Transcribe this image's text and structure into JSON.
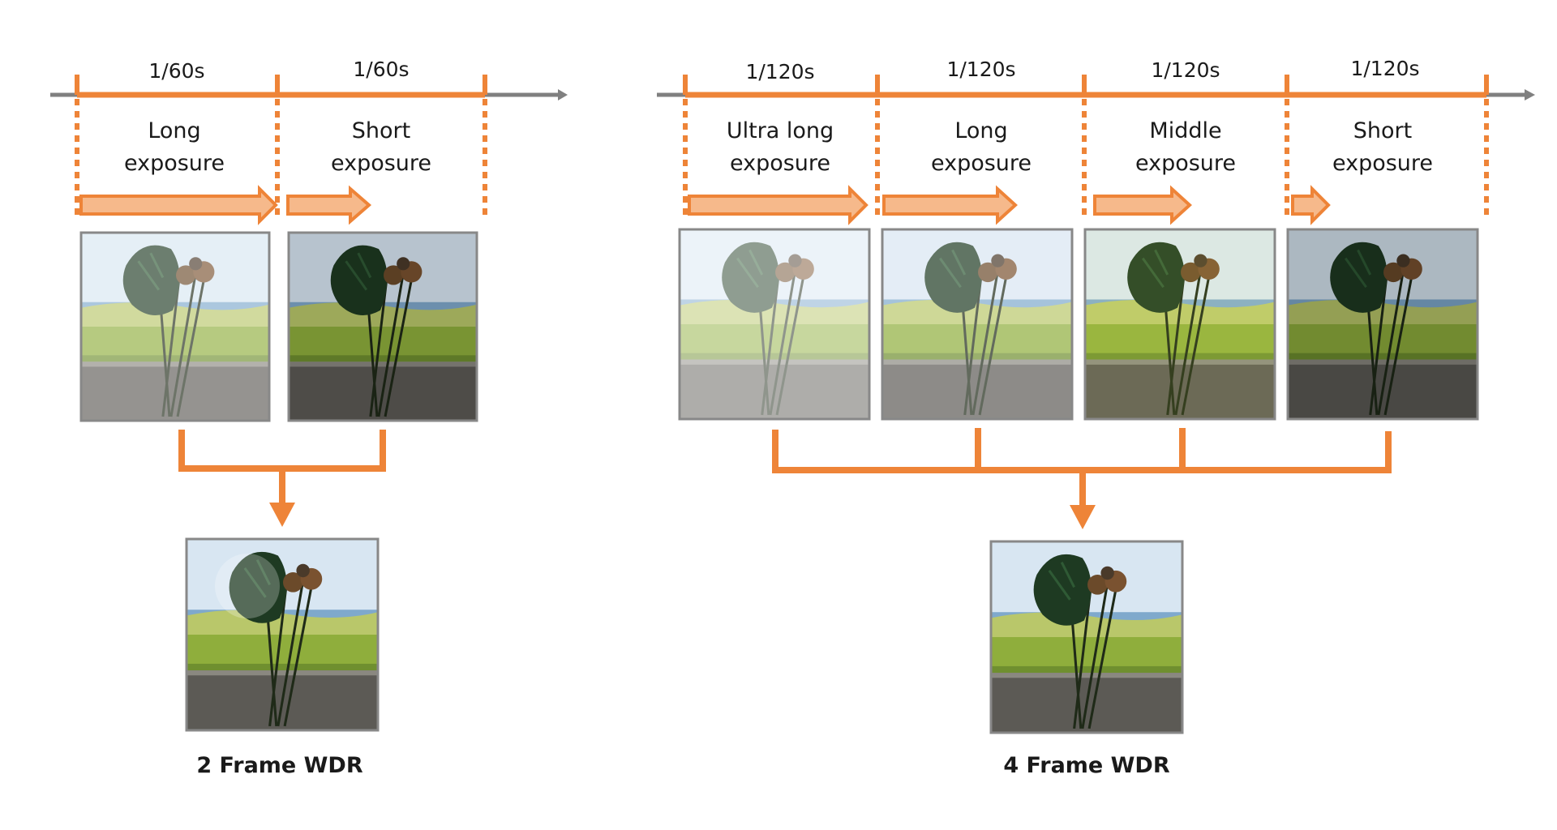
{
  "colors": {
    "accent": "#ee8438",
    "arrow_fill": "#f6b98b",
    "axis": "#808080",
    "frame_border": "#888888"
  },
  "two_frame": {
    "caption": "2 Frame WDR",
    "frames": [
      {
        "duration": "1/60s",
        "label_line1": "Long",
        "label_line2": "exposure",
        "exposure_level": 0.8
      },
      {
        "duration": "1/60s",
        "label_line1": "Short",
        "label_line2": "exposure",
        "exposure_level": 0.4
      }
    ]
  },
  "four_frame": {
    "caption": "4 Frame WDR",
    "frames": [
      {
        "duration": "1/120s",
        "label_line1": "Ultra long",
        "label_line2": "exposure",
        "exposure_level": 0.95
      },
      {
        "duration": "1/120s",
        "label_line1": "Long",
        "label_line2": "exposure",
        "exposure_level": 0.7
      },
      {
        "duration": "1/120s",
        "label_line1": "Middle",
        "label_line2": "exposure",
        "exposure_level": 0.45
      },
      {
        "duration": "1/120s",
        "label_line1": "Short",
        "label_line2": "exposure",
        "exposure_level": 0.2
      }
    ]
  }
}
